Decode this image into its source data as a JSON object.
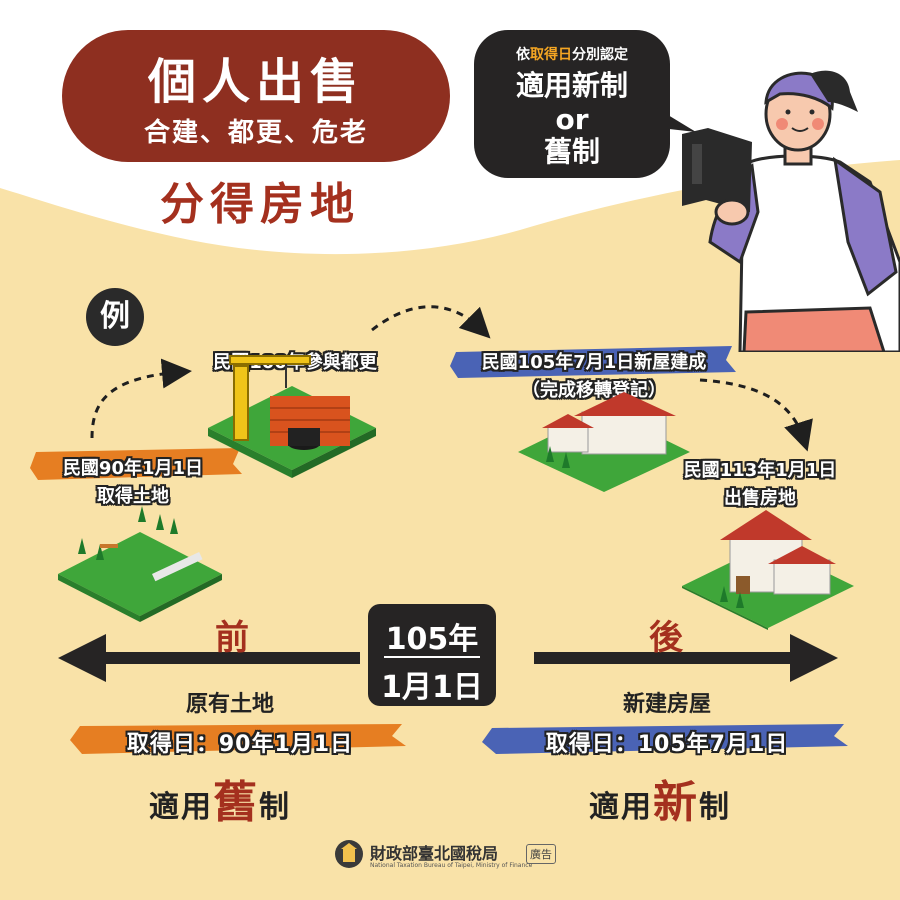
{
  "title": {
    "main": "個人出售",
    "sub": "合建、都更、危老",
    "split": "分得房地"
  },
  "bubble": {
    "note_prefix": "依",
    "note_highlight": "取得日",
    "note_suffix": "分別認定",
    "line1": "適用新制",
    "line2": "or",
    "line3": "舊制"
  },
  "example": {
    "badge": "例",
    "steps": [
      {
        "label_line1": "民國90年1月1日",
        "label_line2": "取得土地"
      },
      {
        "label_line1": "民國100年參與都更",
        "label_line2": ""
      },
      {
        "label_line1": "民國105年7月1日新屋建成",
        "label_line2": "（完成移轉登記）"
      },
      {
        "label_line1": "民國113年1月1日",
        "label_line2": "出售房地"
      }
    ]
  },
  "timeline": {
    "center_line1": "105年",
    "center_line2": "1月1日",
    "before": {
      "side": "前",
      "item": "原有土地",
      "acquire": "取得日：90年1月1日",
      "rule_prefix": "適用",
      "rule_big": "舊",
      "rule_suffix": "制"
    },
    "after": {
      "side": "後",
      "item": "新建房屋",
      "acquire": "取得日：105年7月1日",
      "rule_prefix": "適用",
      "rule_big": "新",
      "rule_suffix": "制"
    }
  },
  "footer": {
    "agency": "財政部臺北國稅局",
    "agency_en": "National Taxation Bureau of Taipei, Ministry of Finance",
    "ad": "廣告"
  },
  "colors": {
    "background": "#f9e2a8",
    "title_red": "#8e2f20",
    "accent_orange": "#e67e22",
    "accent_blue": "#4a63b5",
    "dark": "#262424",
    "grass": "#3fa63a"
  }
}
